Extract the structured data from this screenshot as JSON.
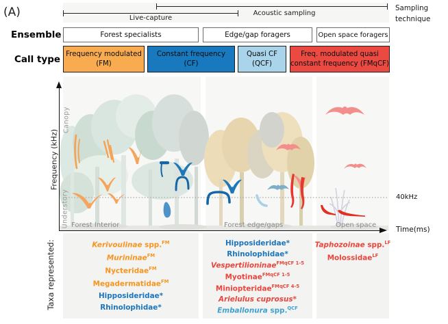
{
  "panel_label": "(A)",
  "sampling": {
    "live_capture": "Live-capture",
    "acoustic": "Acoustic sampling",
    "axis_label_line1": "Sampling",
    "axis_label_line2": "technique"
  },
  "ensemble": {
    "row_label": "Ensemble",
    "groups": [
      "Forest specialists",
      "Edge/gap foragers",
      "Open space foragers"
    ]
  },
  "call_type": {
    "row_label": "Call type",
    "boxes": [
      {
        "line1": "Frequency modulated",
        "line2": "(FM)",
        "color": "#F9AC4F"
      },
      {
        "line1": "Constant frequency",
        "line2": "(CF)",
        "color": "#1879BF"
      },
      {
        "line1": "Quasi CF",
        "line2": "(QCF)",
        "color": "#A9D4E9"
      },
      {
        "line1": "Freq. modulated quasi",
        "line2": "constant frequency (FMqCF)",
        "color": "#EA4A41"
      }
    ]
  },
  "figure": {
    "y_axis_label": "Frequency (kHz)",
    "x_axis_label": "Time(ms)",
    "canopy": "Canopy",
    "understory": "Understory",
    "freq_line_label": "40kHz",
    "zones": [
      "Forest Interior",
      "Forest edge/gaps",
      "Open space"
    ]
  },
  "taxa": {
    "row_label": "Taxa represented:",
    "colors": {
      "orange": "#F7941E",
      "blue": "#1B75BC",
      "red": "#E9453C",
      "lightblue": "#3FA0CE"
    },
    "columns": [
      {
        "items": [
          {
            "italic": "Kerivoulinae",
            "rest": " spp.",
            "sup": "FM",
            "color": "orange"
          },
          {
            "italic": "Murininae",
            "rest": "",
            "sup": "FM",
            "color": "orange"
          },
          {
            "italic": "",
            "rest": "Nycteridae",
            "sup": "FM",
            "color": "orange"
          },
          {
            "italic": "",
            "rest": "Megadermatidae",
            "sup": "FM",
            "color": "orange"
          },
          {
            "italic": "",
            "rest": "Hipposideridae*",
            "sup": "",
            "color": "blue"
          },
          {
            "italic": "",
            "rest": "Rhinolophidae*",
            "sup": "",
            "color": "blue"
          }
        ]
      },
      {
        "items": [
          {
            "italic": "",
            "rest": "Hipposideridae*",
            "sup": "",
            "color": "blue"
          },
          {
            "italic": "",
            "rest": "Rhinolophidae*",
            "sup": "",
            "color": "blue"
          },
          {
            "italic": "Vespertilioninae",
            "rest": "",
            "sup": "FMqCF 1-5",
            "color": "red"
          },
          {
            "italic": "",
            "rest": "Myotinae",
            "sup": "FMqCF 1-5",
            "color": "red"
          },
          {
            "italic": "",
            "rest": "Miniopteridae",
            "sup": "FMqCF 4-5",
            "color": "red"
          },
          {
            "italic": "Arielulus cuprosus",
            "rest": "*",
            "sup": "",
            "color": "red"
          },
          {
            "italic": "Emballonura",
            "rest": " spp.",
            "sup": "QCF",
            "color": "lightblue"
          }
        ]
      },
      {
        "items": [
          {
            "italic": "Taphozoinae",
            "rest": " spp.",
            "sup": "LF",
            "color": "red"
          },
          {
            "italic": "",
            "rest": "Molossidae",
            "sup": "LF",
            "color": "red"
          }
        ]
      }
    ]
  }
}
